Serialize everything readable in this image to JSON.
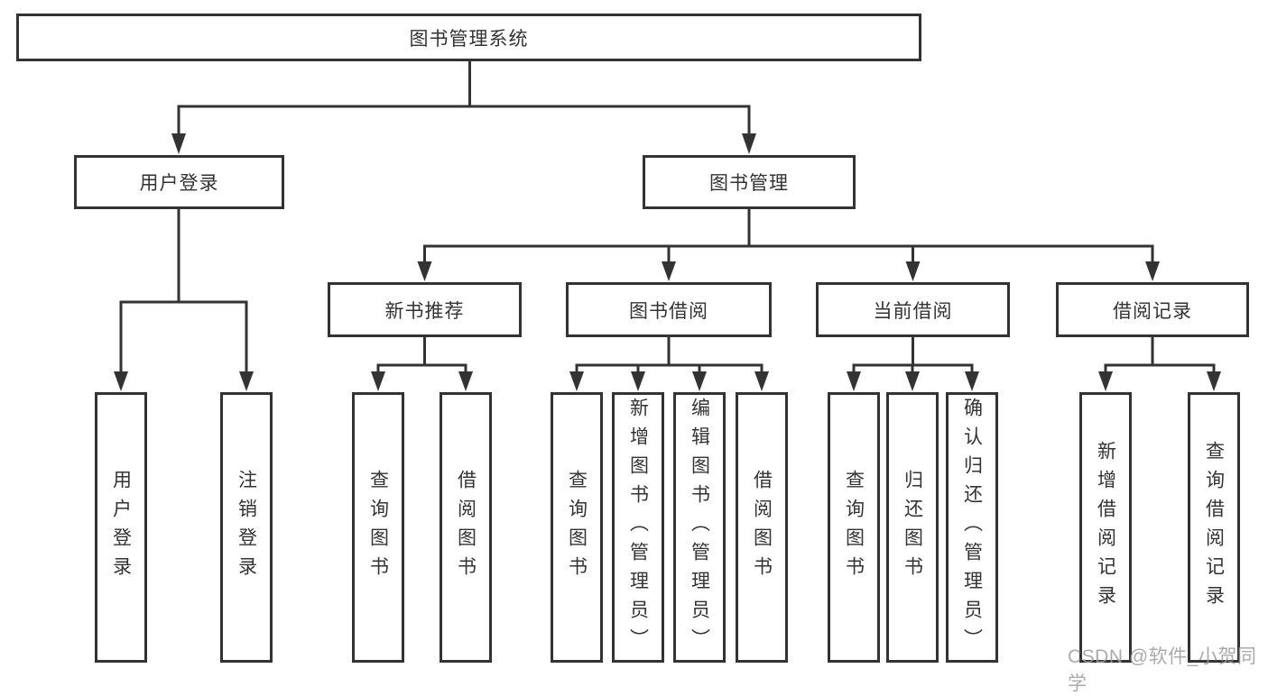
{
  "tree": {
    "root": {
      "label": "图书管理系统",
      "children": [
        {
          "label": "用户登录",
          "children": [
            {
              "label": "用户登录"
            },
            {
              "label": "注销登录"
            }
          ]
        },
        {
          "label": "图书管理",
          "children": [
            {
              "label": "新书推荐",
              "children": [
                {
                  "label": "查询图书"
                },
                {
                  "label": "借阅图书"
                }
              ]
            },
            {
              "label": "图书借阅",
              "children": [
                {
                  "label": "查询图书"
                },
                {
                  "label": "新增图书（管理员）"
                },
                {
                  "label": "编辑图书（管理员）"
                },
                {
                  "label": "借阅图书"
                }
              ]
            },
            {
              "label": "当前借阅",
              "children": [
                {
                  "label": "查询图书"
                },
                {
                  "label": "归还图书"
                },
                {
                  "label": "确认归还（管理员）"
                }
              ]
            },
            {
              "label": "借阅记录",
              "children": [
                {
                  "label": "新增借阅记录"
                },
                {
                  "label": "查询借阅记录"
                }
              ]
            }
          ]
        }
      ]
    },
    "colors": {
      "border": "#333333",
      "line": "#333333",
      "text": "#333333",
      "watermark": "#9b9b9b",
      "background": "#ffffff"
    }
  },
  "watermark": "CSDN @软件_小贺同学"
}
